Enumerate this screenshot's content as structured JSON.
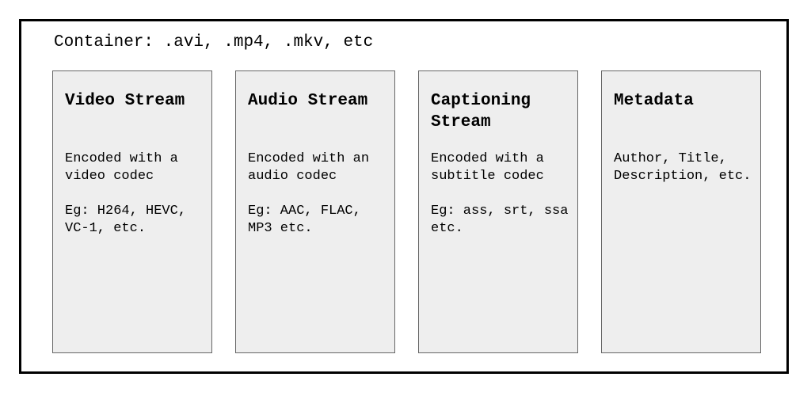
{
  "container": {
    "label": "Container: .avi, .mp4, .mkv, etc"
  },
  "streams": [
    {
      "title": "Video Stream",
      "encoding": "Encoded with a video codec",
      "examples": "Eg: H264, HEVC, VC-1, etc."
    },
    {
      "title": "Audio Stream",
      "encoding": "Encoded with an audio codec",
      "examples": "Eg: AAC, FLAC, MP3 etc."
    },
    {
      "title": "Captioning Stream",
      "encoding": "Encoded with a subtitle codec",
      "examples": "Eg: ass, srt, ssa etc."
    },
    {
      "title": "Metadata",
      "encoding": "Author, Title, Description, etc."
    }
  ],
  "colors": {
    "container_border": "#000000",
    "stream_fill": "#eeeeee",
    "stream_border": "#666666"
  }
}
